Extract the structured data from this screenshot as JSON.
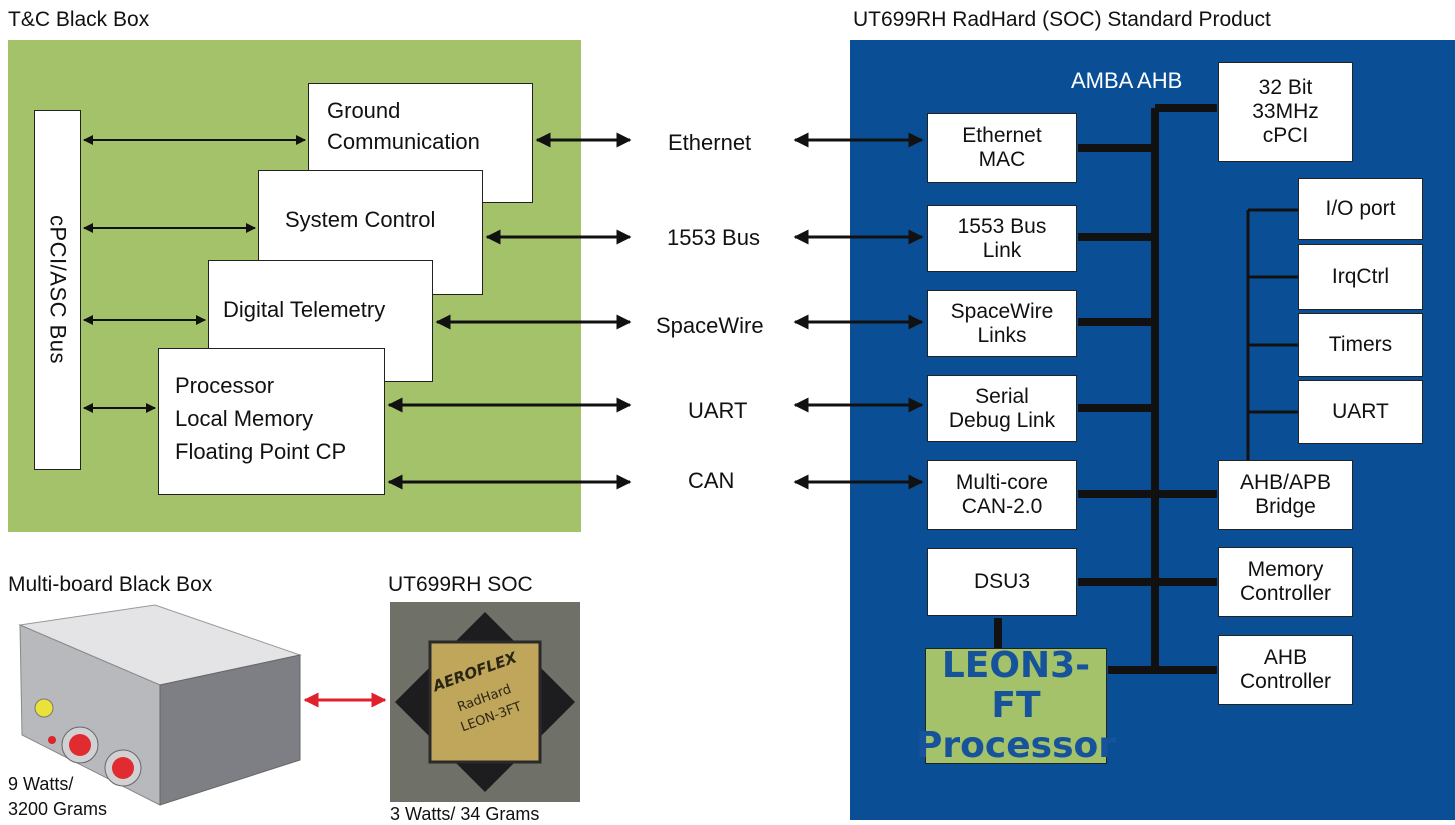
{
  "titles": {
    "left": "T&C Black Box",
    "right": "UT699RH RadHard (SOC) Standard Product",
    "multi_board": "Multi-board Black Box",
    "soc": "UT699RH SOC"
  },
  "left_bus": "cPCI/ASC Bus",
  "left_boxes": {
    "ground": [
      "Ground",
      "Communication"
    ],
    "system": "System Control",
    "telemetry": "Digital Telemetry",
    "processor": [
      "Processor",
      "Local Memory",
      "Floating Point CP"
    ]
  },
  "interfaces": [
    "Ethernet",
    "1553 Bus",
    "SpaceWire",
    "UART",
    "CAN"
  ],
  "amba_label": "AMBA AHB",
  "soc_left_boxes": [
    [
      "Ethernet",
      "MAC"
    ],
    [
      "1553 Bus",
      "Link"
    ],
    [
      "SpaceWire",
      "Links"
    ],
    [
      "Serial",
      "Debug Link"
    ],
    [
      "Multi-core",
      "CAN-2.0"
    ]
  ],
  "dsu": "DSU3",
  "leon": [
    "LEON3-FT",
    "Processor"
  ],
  "cpci": [
    "32 Bit",
    "33MHz",
    "cPCI"
  ],
  "apb_items": [
    "I/O port",
    "IrqCtrl",
    "Timers",
    "UART"
  ],
  "bridge": [
    "AHB/APB",
    "Bridge"
  ],
  "memory_ctrl": [
    "Memory",
    "Controller"
  ],
  "ahb_ctrl": [
    "AHB",
    "Controller"
  ],
  "black_box": {
    "line1": "9 Watts/",
    "line2": "3200 Grams"
  },
  "chip": {
    "brand": "AEROFLEX",
    "line1": "RadHard",
    "line2": "LEON-3FT",
    "specs": "3 Watts/ 34 Grams"
  }
}
